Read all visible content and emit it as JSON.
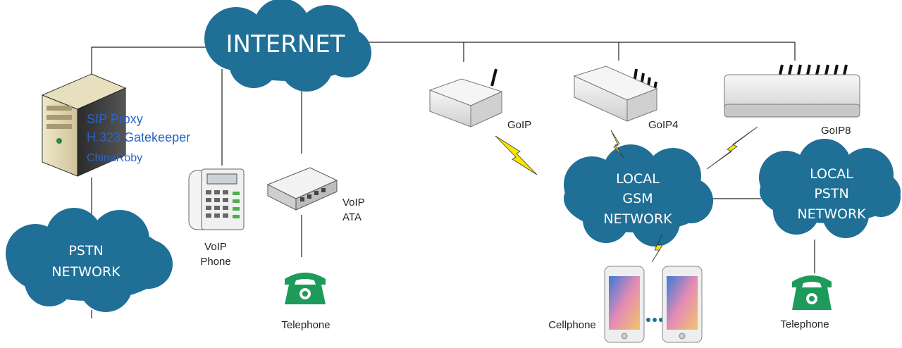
{
  "clouds": {
    "internet": "INTERNET",
    "pstn_left": [
      "PSTN",
      "NETWORK"
    ],
    "local_gsm": [
      "LOCAL",
      "GSM",
      "NETWORK"
    ],
    "local_pstn": [
      "LOCAL",
      "PSTN",
      "NETWORK"
    ]
  },
  "server_labels": {
    "line1": "SIP Proxy",
    "line2": "H.323 Gatekeeper",
    "line3": "ChinaRoby"
  },
  "devices": {
    "voip_phone": [
      "VoIP",
      "Phone"
    ],
    "voip_ata": [
      "VoIP",
      "ATA"
    ],
    "telephone_left": "Telephone",
    "goip": "GoIP",
    "goip4": "GoIP4",
    "goip8": "GoIP8",
    "cellphone": "Cellphone",
    "telephone_right": "Telephone"
  },
  "colors": {
    "cloud": "#1f6f96",
    "line": "#222222",
    "phone_green": "#1e9a5a",
    "lightning": "#f3e600",
    "server_label": "#2a63c9"
  }
}
